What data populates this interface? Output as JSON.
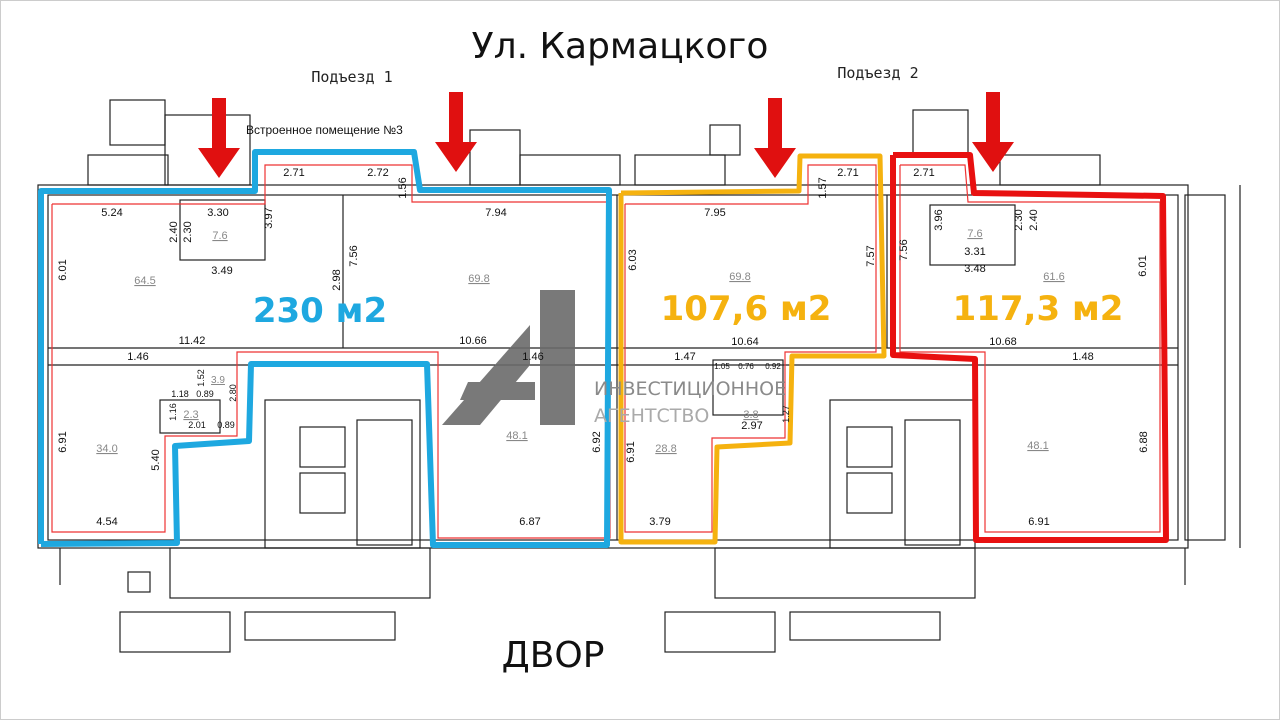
{
  "title": "Ул. Кармацкого",
  "bottom_label": "ДВОР",
  "entrances": [
    "Подъезд 1",
    "Подъезд 2"
  ],
  "built_in_room": "Встроенное помещение №3",
  "areas": {
    "blue": {
      "label": "230 м2",
      "color": "#1ea8e0"
    },
    "yellow": {
      "label": "107,6 м2",
      "color": "#f5b20f"
    },
    "red": {
      "label": "117,3 м2",
      "color": "#e81010"
    }
  },
  "arrow_color": "#e01010",
  "watermark": {
    "logo": "A1",
    "line1": "ИНВЕСТИЦИОННОЕ",
    "line2": "АГЕНТСТВО"
  },
  "dims": [
    "5.24",
    "3.30",
    "3.97",
    "2.40",
    "2.30",
    "7.6",
    "3.49",
    "6.01",
    "64.5",
    "2.71",
    "2.72",
    "1.56",
    "7.94",
    "7.56",
    "2.98",
    "69.8",
    "11.42",
    "10.66",
    "1.46",
    "1.46",
    "1.52",
    "3.9",
    "1.18",
    "0.89",
    "2.80",
    "2.3",
    "1.16",
    "2.01",
    "0.89",
    "6.91",
    "34.0",
    "5.40",
    "4.54",
    "48.1",
    "6.92",
    "6.87",
    "7.95",
    "1.57",
    "2.71",
    "6.03",
    "7.57",
    "69.8",
    "10.64",
    "1.47",
    "1.05",
    "0.76",
    "0.92",
    "3.8",
    "2.97",
    "1.27",
    "6.91",
    "28.8",
    "3.79",
    "2.71",
    "7.56",
    "3.96",
    "7.6",
    "2.30",
    "2.40",
    "3.31",
    "3.48",
    "61.6",
    "6.01",
    "10.68",
    "1.48",
    "48.1",
    "6.88",
    "6.91"
  ]
}
